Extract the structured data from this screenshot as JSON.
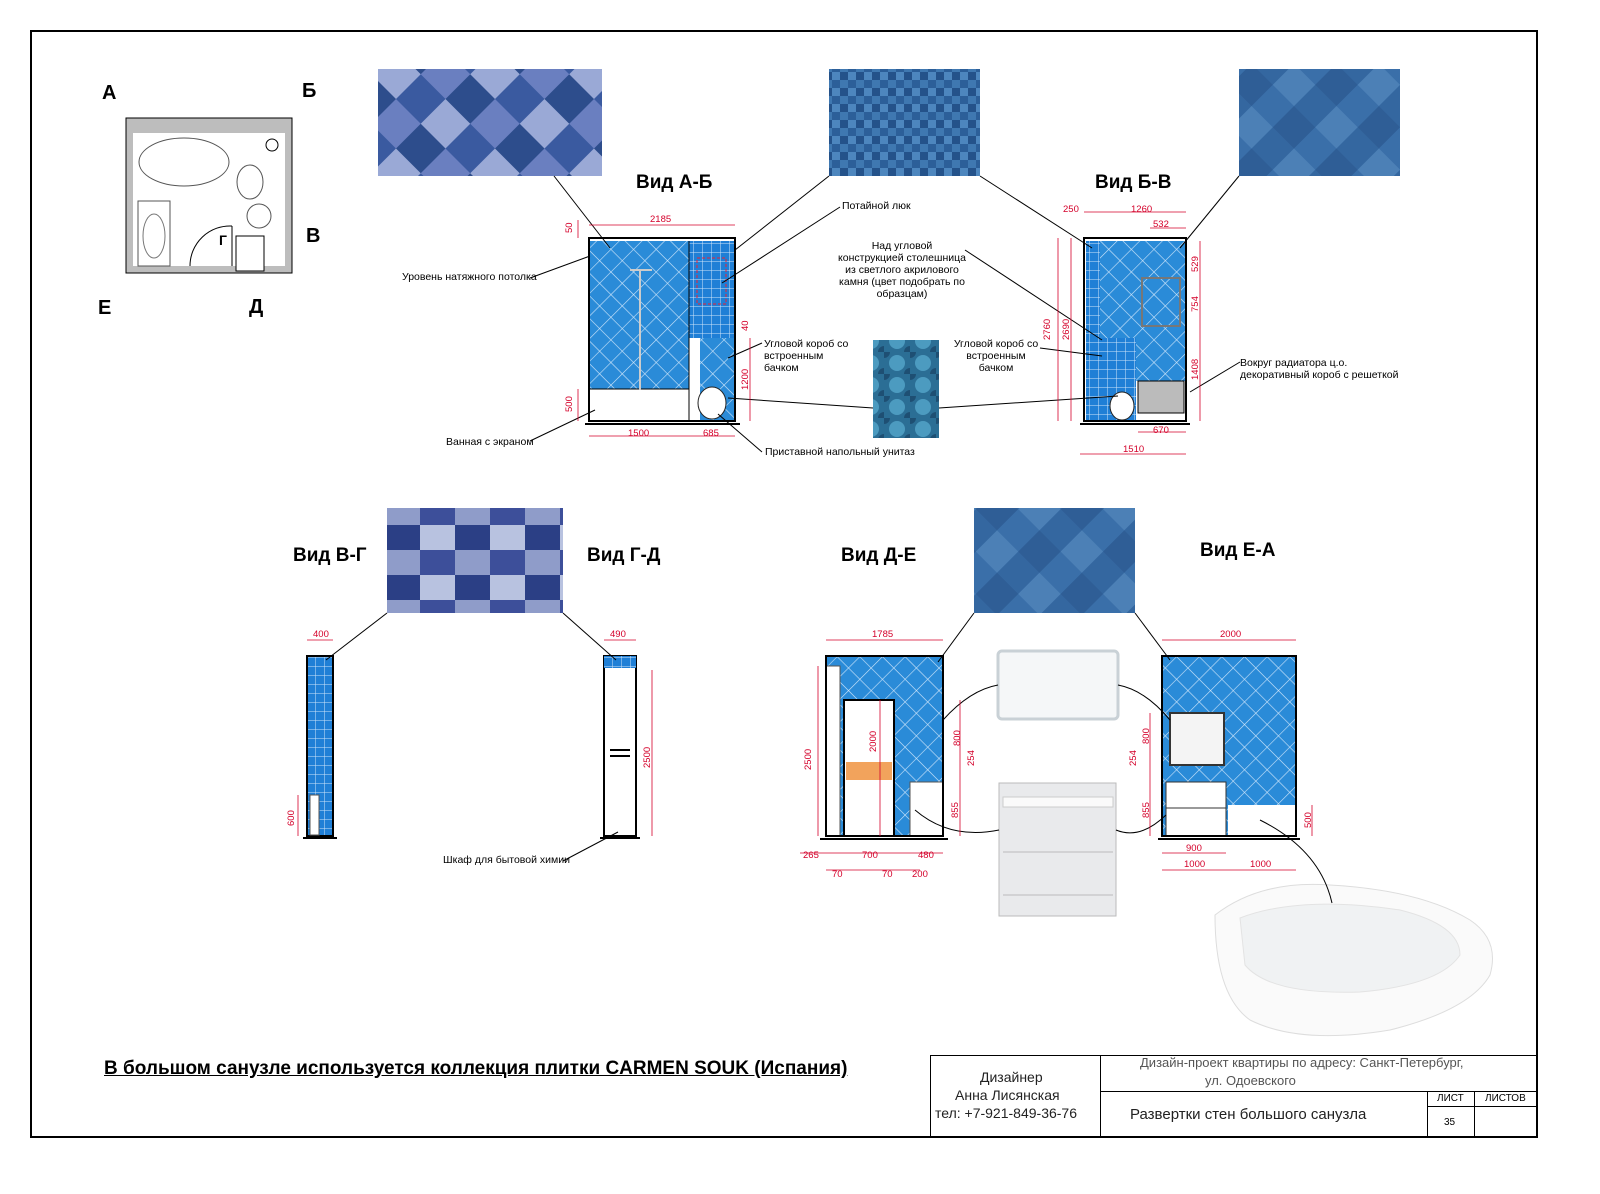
{
  "views": {
    "ab": "Вид А-Б",
    "bv": "Вид Б-В",
    "vg": "Вид В-Г",
    "gd": "Вид Г-Д",
    "de": "Вид Д-Е",
    "ea": "Вид Е-А"
  },
  "plan_letters": {
    "a": "А",
    "b": "Б",
    "v": "В",
    "g": "Г",
    "d": "Д",
    "e": "Е"
  },
  "notes": {
    "ceiling": "Уровень натяжного потолка",
    "hatch": "Потайной люк",
    "counter": "Над угловой конструкцией столешница из светлого акрилового камня (цвет подобрать по образцам)",
    "box1": "Угловой короб со встроенным бачком",
    "box2": "Угловой короб со встроенным бачком",
    "radiator": "Вокруг радиатора ц.о. декоративный короб с решеткой",
    "bath": "Ванная с экраном",
    "toilet": "Приставной напольный унитаз",
    "cabinet": "Шкаф для бытовой химии"
  },
  "dims": {
    "ab_w": "2185",
    "ab_50": "50",
    "ab_500": "500",
    "ab_1500": "1500",
    "ab_685": "685",
    "ab_40": "40",
    "ab_1200": "1200",
    "bv_250": "250",
    "bv_1260": "1260",
    "bv_532": "532",
    "bv_2760": "2760",
    "bv_2690": "2690",
    "bv_529": "529",
    "bv_754": "754",
    "bv_1408": "1408",
    "bv_670": "670",
    "bv_1510": "1510",
    "vg_400": "400",
    "vg_600": "600",
    "gd_490": "490",
    "gd_2500": "2500",
    "de_1785": "1785",
    "de_2500": "2500",
    "de_2000": "2000",
    "de_800": "800",
    "de_254": "254",
    "de_855": "855",
    "de_265": "265",
    "de_700": "700",
    "de_480": "480",
    "de_70a": "70",
    "de_70b": "70",
    "de_200": "200",
    "ea_2000": "2000",
    "ea_800": "800",
    "ea_254": "254",
    "ea_855": "855",
    "ea_900": "900",
    "ea_1000a": "1000",
    "ea_1000b": "1000",
    "ea_500": "500"
  },
  "collection": "В большом санузле используется коллекция плитки CARMEN SOUK (Испания)",
  "title_block": {
    "designer_label": "Дизайнер",
    "designer_name": "Анна Лисянская",
    "phone": "тел: +7-921-849-36-76",
    "project_line1": "Дизайн-проект квартиры по адресу: Санкт-Петербург,",
    "project_line2": "ул. Одоевского",
    "sheet_title": "Развертки стен большого санузла",
    "sheet_label": "ЛИСТ",
    "sheets_label": "ЛИСТОВ",
    "sheet_no": "35"
  },
  "colors": {
    "tile_blue": "#2a8bd8",
    "dim_red": "#d4002a",
    "swatch_dark": "#2f4f86",
    "swatch_mid": "#3e6ea8"
  }
}
